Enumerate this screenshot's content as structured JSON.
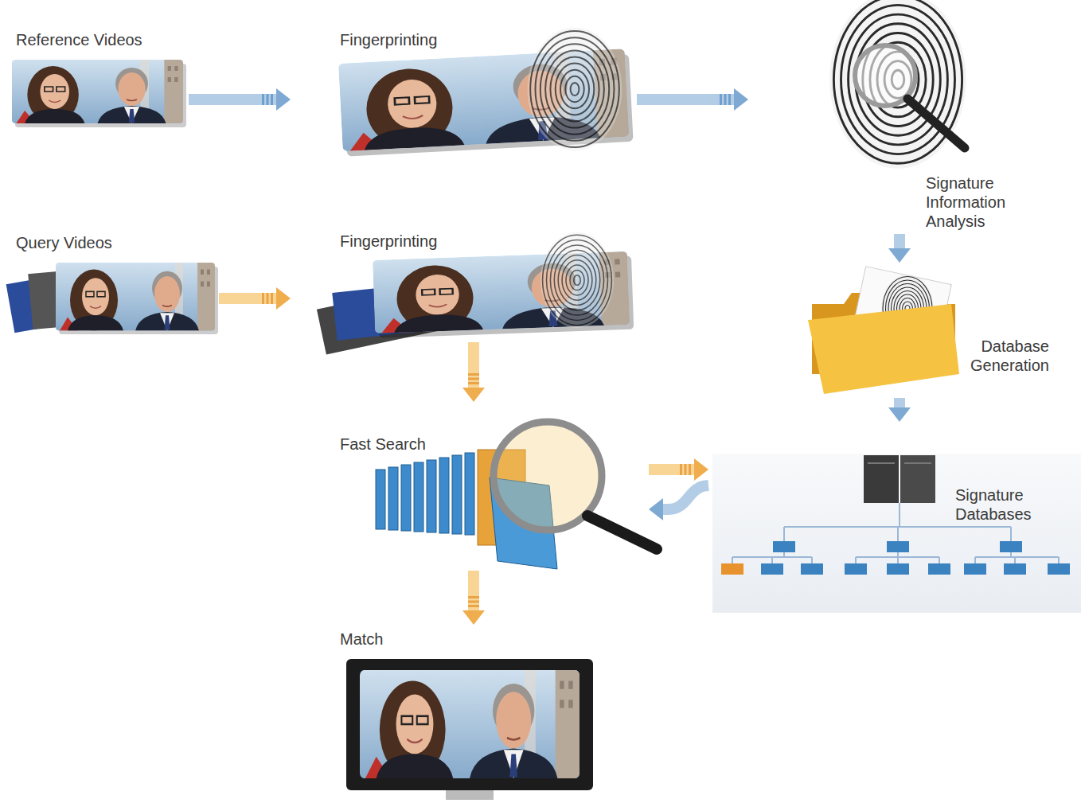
{
  "diagram": {
    "nodes": [
      {
        "text": [
          "Reference Videos"
        ]
      },
      {
        "text": [
          "Fingerprinting"
        ]
      },
      {
        "text": [
          "Signature Information Analysis"
        ]
      },
      {
        "text": [
          "Query Videos"
        ]
      },
      {
        "text": [
          "Fingerprinting"
        ]
      },
      {
        "text": [
          "Database Generation"
        ]
      },
      {
        "text": [
          "Fast Search"
        ]
      },
      {
        "text": [
          "Signature Databases"
        ]
      },
      {
        "text": [
          "Match"
        ]
      }
    ],
    "edges": [
      {
        "from": 0,
        "to": 1,
        "arrow": "to"
      },
      {
        "from": 1,
        "to": 2,
        "arrow": "to"
      },
      {
        "from": 2,
        "to": 5,
        "arrow": "to"
      },
      {
        "from": 3,
        "to": 4,
        "arrow": "to"
      },
      {
        "from": 4,
        "to": 6,
        "arrow": "to"
      },
      {
        "from": 5,
        "to": 7,
        "arrow": "to"
      },
      {
        "from": 6,
        "to": 7,
        "arrow": "to"
      },
      {
        "from": 7,
        "to": 6,
        "arrow": "to"
      },
      {
        "from": 6,
        "to": 8,
        "arrow": "to"
      }
    ]
  }
}
